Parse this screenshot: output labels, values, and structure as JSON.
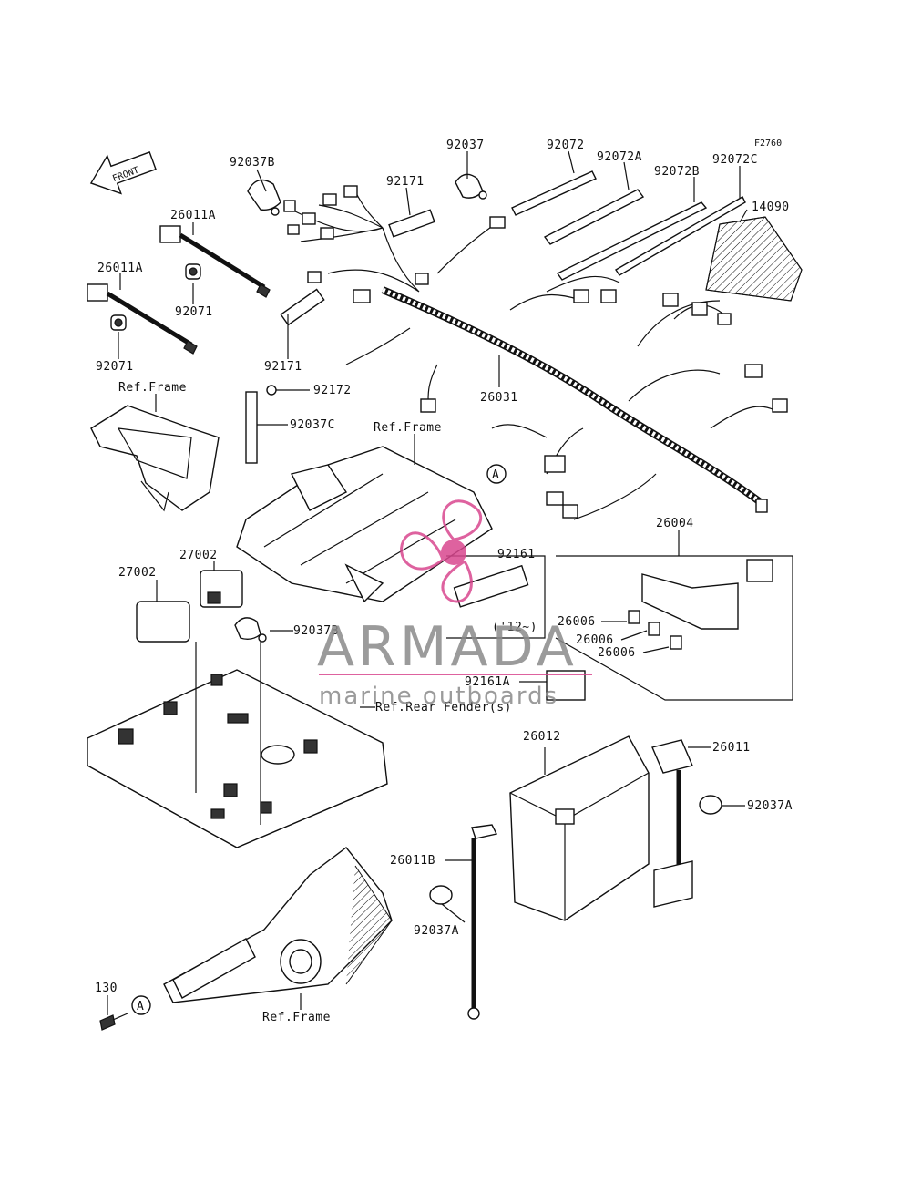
{
  "figure_code": "F2760",
  "front_arrow": "FRONT",
  "callout_marker": "A",
  "parts": {
    "p92037B_top": "92037B",
    "p92171_top": "92171",
    "p92037_top": "92037",
    "p92072": "92072",
    "p92072A": "92072A",
    "p92072B": "92072B",
    "p92072C": "92072C",
    "p14090": "14090",
    "p26011A_a": "26011A",
    "p26011A_b": "26011A",
    "p92071_a": "92071",
    "p92071_b": "92071",
    "p92171_low": "92171",
    "p92172": "92172",
    "p92037C": "92037C",
    "p26031": "26031",
    "p26004": "26004",
    "p27002_a": "27002",
    "p27002_b": "27002",
    "p92161": "92161",
    "p12": "('12~)",
    "p92037B_low": "92037B",
    "p26006_a": "26006",
    "p26006_b": "26006",
    "p26006_c": "26006",
    "p92161A": "92161A",
    "p26012": "26012",
    "p26011": "26011",
    "p92037A_a": "92037A",
    "p26011B": "26011B",
    "p92037A_b": "92037A",
    "p130": "130"
  },
  "refs": {
    "frame_left": "Ref.Frame",
    "frame_mid": "Ref.Frame",
    "rear_fender": "Ref.Rear Fender(s)",
    "frame_bottom": "Ref.Frame"
  },
  "watermark": {
    "brand": "ARMADA",
    "tagline": "marine outboards",
    "accent_color": "#d9478f"
  }
}
